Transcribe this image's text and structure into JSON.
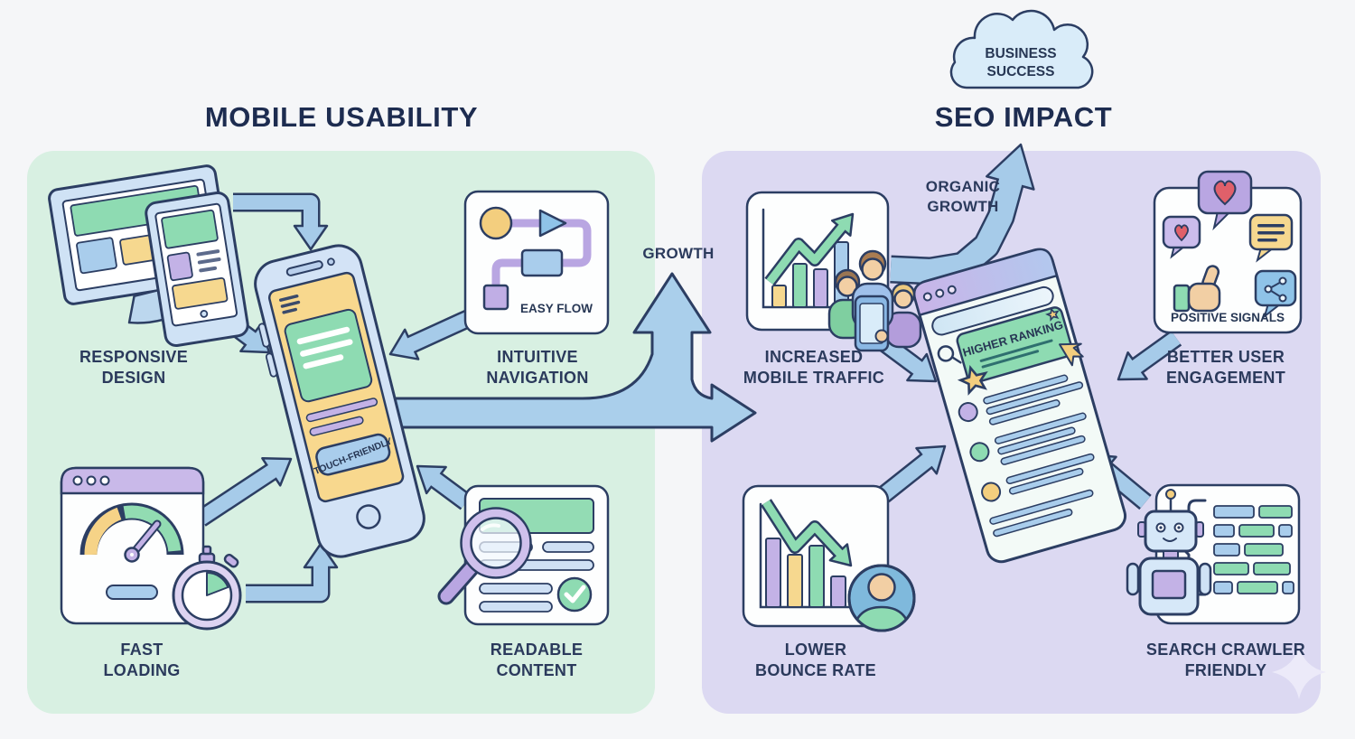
{
  "left_panel": {
    "title": "MOBILE USABILITY",
    "items": {
      "responsive": {
        "l1": "RESPONSIVE",
        "l2": "DESIGN"
      },
      "navigation": {
        "l1": "INTUITIVE",
        "l2": "NAVIGATION",
        "card_label": "EASY FLOW"
      },
      "fast": {
        "l1": "FAST",
        "l2": "LOADING"
      },
      "readable": {
        "l1": "READABLE",
        "l2": "CONTENT"
      }
    },
    "phone_label": "TOUCH-FRIENDLY"
  },
  "connector": {
    "growth_label": "GROWTH"
  },
  "right_panel": {
    "title": "SEO IMPACT",
    "cloud": {
      "l1": "BUSINESS",
      "l2": "SUCCESS"
    },
    "organic": {
      "l1": "ORGANIC",
      "l2": "GROWTH"
    },
    "items": {
      "traffic": {
        "l1": "INCREASED",
        "l2": "MOBILE TRAFFIC"
      },
      "engagement": {
        "l1": "BETTER USER",
        "l2": "ENGAGEMENT",
        "card_label": "POSITIVE SIGNALS"
      },
      "bounce": {
        "l1": "LOWER",
        "l2": "BOUNCE RATE"
      },
      "crawler": {
        "l1": "SEARCH CRAWLER",
        "l2": "FRIENDLY"
      }
    },
    "browser_label": "HIGHER RANKING"
  },
  "colors": {
    "panel_mint": "#d8f0e2",
    "panel_lavender": "#dcd9f2",
    "outline_navy": "#2c3e63",
    "arrow_blue": "#a6cbe9",
    "accent_green": "#8edbb2",
    "accent_yellow": "#f6d88f",
    "accent_purple": "#c3b2e6",
    "accent_blue": "#a9cdec",
    "heart_red": "#e0606a",
    "cloud_blue": "#d9ecf9",
    "text_navy": "#2b3a5c"
  }
}
